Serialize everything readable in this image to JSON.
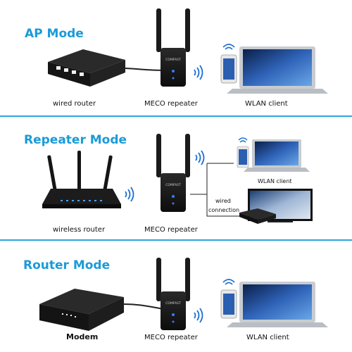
{
  "sections": [
    {
      "title": "AP Mode",
      "labels": {
        "left": "wired router",
        "middle": "MECO  repeater",
        "right": "WLAN client"
      }
    },
    {
      "title": "Repeater Mode",
      "labels": {
        "left": "wireless router",
        "middle": "MECO  repeater",
        "right_top": "WLAN client",
        "right_wired_1": "wired",
        "right_wired_2": "connection"
      }
    },
    {
      "title": "Router Mode",
      "labels": {
        "left": "Modem",
        "middle": "MECO repeater",
        "right": "WLAN client"
      }
    }
  ],
  "device_brand": "COMFAST",
  "colors": {
    "title": "#1a9bd7",
    "divider": "#2aa7e0",
    "device": "#151515"
  },
  "icons": [
    "wifi-signal-icon",
    "antenna-icon",
    "laptop-icon",
    "smartphone-icon",
    "ethernet-cable-icon",
    "tv-icon",
    "set-top-box-icon"
  ]
}
